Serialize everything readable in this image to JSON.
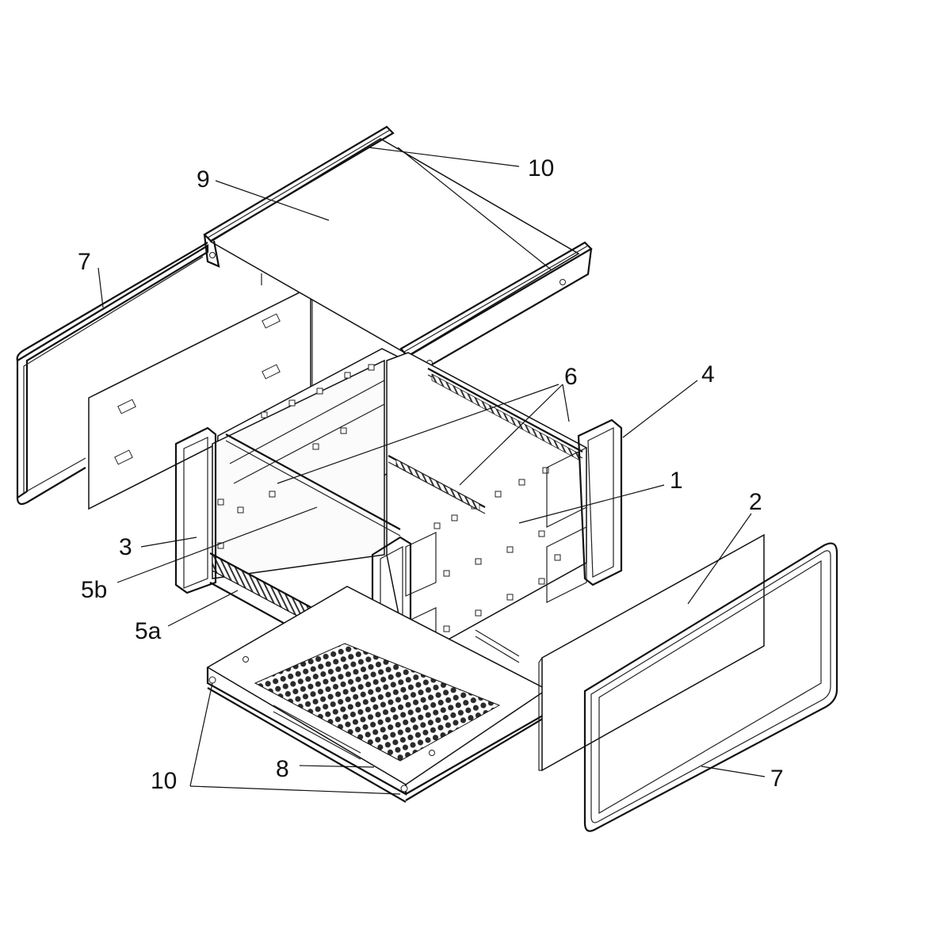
{
  "labels": {
    "l1": "1",
    "l2": "2",
    "l3": "3",
    "l4": "4",
    "l5a": "5a",
    "l5b": "5b",
    "l6": "6",
    "l7_top": "7",
    "l7_bottom": "7",
    "l8": "8",
    "l9": "9",
    "l10_top": "10",
    "l10_bottom": "10"
  },
  "colors": {
    "line": "#111111",
    "background": "#ffffff",
    "grille": "#2a2a2a"
  }
}
